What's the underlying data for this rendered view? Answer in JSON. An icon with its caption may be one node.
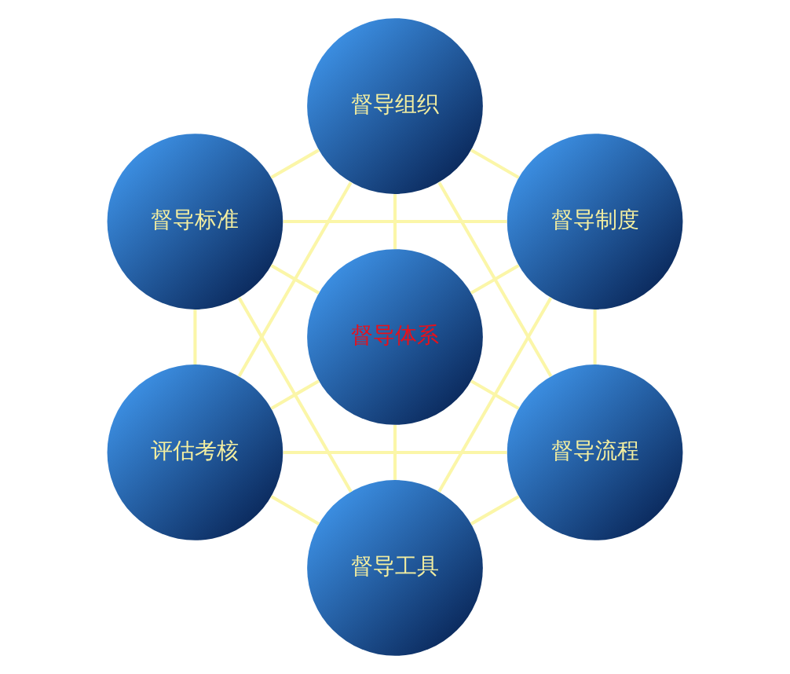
{
  "diagram": {
    "nodes": [
      {
        "text": [
          "督导组织"
        ]
      },
      {
        "text": [
          "督导标准"
        ]
      },
      {
        "text": [
          "督导制度"
        ]
      },
      {
        "text": [
          "督导体系"
        ]
      },
      {
        "text": [
          "评估考核"
        ]
      },
      {
        "text": [
          "督导流程"
        ]
      },
      {
        "text": [
          "督导工具"
        ]
      }
    ],
    "edges": [
      {
        "from": 3,
        "to": 0,
        "arrow": "none"
      },
      {
        "from": 3,
        "to": 2,
        "arrow": "none"
      },
      {
        "from": 3,
        "to": 5,
        "arrow": "none"
      },
      {
        "from": 3,
        "to": 6,
        "arrow": "none"
      },
      {
        "from": 3,
        "to": 4,
        "arrow": "none"
      },
      {
        "from": 3,
        "to": 1,
        "arrow": "none"
      },
      {
        "from": 0,
        "to": 2,
        "arrow": "none"
      },
      {
        "from": 2,
        "to": 5,
        "arrow": "none"
      },
      {
        "from": 5,
        "to": 6,
        "arrow": "none"
      },
      {
        "from": 6,
        "to": 4,
        "arrow": "none"
      },
      {
        "from": 4,
        "to": 1,
        "arrow": "none"
      },
      {
        "from": 1,
        "to": 0,
        "arrow": "none"
      },
      {
        "from": 0,
        "to": 4,
        "arrow": "none"
      },
      {
        "from": 0,
        "to": 5,
        "arrow": "none"
      },
      {
        "from": 4,
        "to": 5,
        "arrow": "none"
      },
      {
        "from": 1,
        "to": 2,
        "arrow": "none"
      },
      {
        "from": 1,
        "to": 6,
        "arrow": "none"
      },
      {
        "from": 2,
        "to": 6,
        "arrow": "none"
      }
    ]
  }
}
